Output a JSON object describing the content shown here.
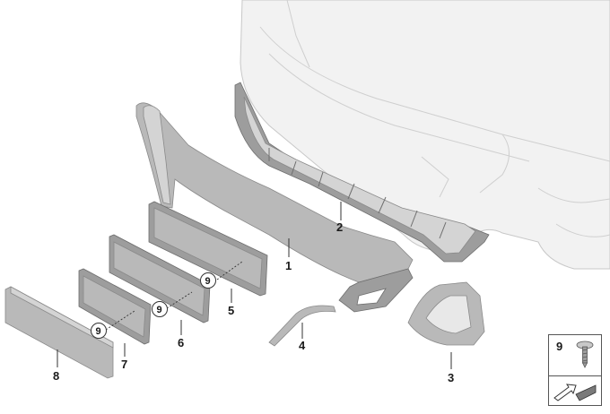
{
  "parts": [
    {
      "number": "1",
      "name": "bumper-trim-panel"
    },
    {
      "number": "2",
      "name": "bumper-grille-frame"
    },
    {
      "number": "3",
      "name": "corner-trim-cover"
    },
    {
      "number": "4",
      "name": "trim-strip"
    },
    {
      "number": "5",
      "name": "plate-base-large"
    },
    {
      "number": "6",
      "name": "plate-base-medium"
    },
    {
      "number": "7",
      "name": "plate-base-small"
    },
    {
      "number": "8",
      "name": "license-plate-holder"
    }
  ],
  "fastener": {
    "number": "9"
  },
  "legend": {
    "number": "9",
    "icon": "screw-icon",
    "symbol": "arrow-icon"
  },
  "colors": {
    "part_fill": "#b9b9b9",
    "ghost_fill": "#f2f2f2",
    "line": "#333333"
  }
}
